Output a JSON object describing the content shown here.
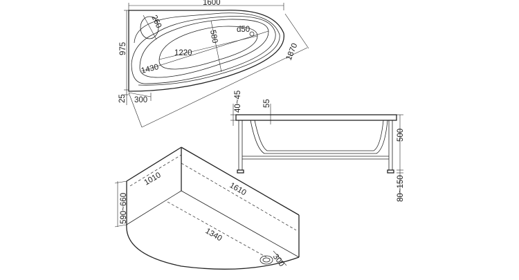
{
  "top_view": {
    "width_label": "1600",
    "height_label": "975",
    "headrest_label": "260",
    "inner_width_label": "580",
    "drain_label": "d50",
    "inner_length_label": "1220",
    "outer_length_label": "1430",
    "diagonal_label": "1870",
    "offset_label": "25",
    "corner_label": "300"
  },
  "side_view": {
    "rim_label": "40~45",
    "lip_label": "55",
    "height_label": "500",
    "legs_label": "80~150"
  },
  "iso_view": {
    "short_side_label": "1010",
    "long_side_label": "1610",
    "panel_height_label": "590~660",
    "floor_length_label": "1340",
    "corner_label": "300"
  }
}
